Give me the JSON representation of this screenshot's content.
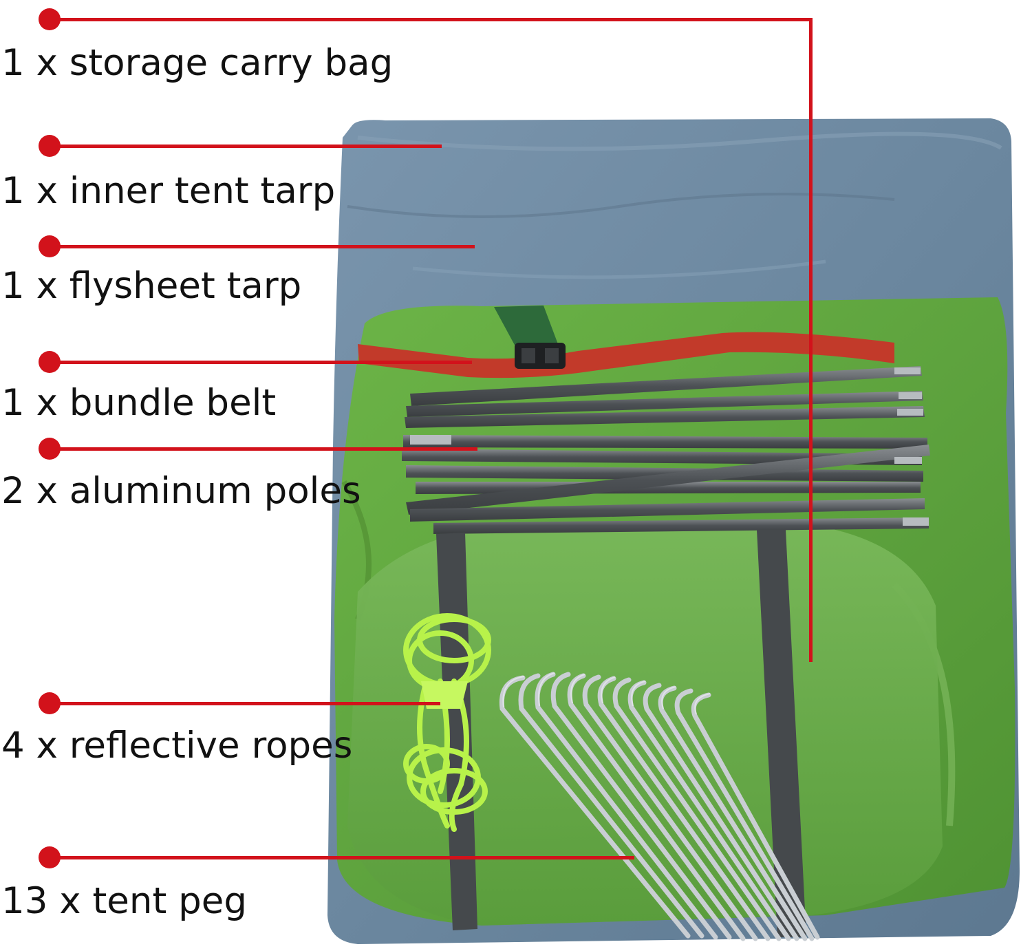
{
  "colors": {
    "annotation_red": "#d2121b",
    "outer_bag_blue": "#6f8ba5",
    "inner_bag_green": "#5ea33e",
    "strap_red": "#c23a2a",
    "pole_gray": "#5a5e62",
    "rope_green": "#b8f24a",
    "peg_silver": "#c9ced3",
    "handle_gray": "#45494c"
  },
  "labels": [
    {
      "id": "storage-carry-bag",
      "text": "1 x storage carry bag"
    },
    {
      "id": "inner-tent-tarp",
      "text": "1 x inner tent tarp"
    },
    {
      "id": "flysheet-tarp",
      "text": "1 x flysheet tarp"
    },
    {
      "id": "bundle-belt",
      "text": "1 x bundle belt"
    },
    {
      "id": "aluminum-poles",
      "text": "2 x aluminum poles"
    },
    {
      "id": "reflective-ropes",
      "text": "4 x reflective ropes"
    },
    {
      "id": "tent-peg",
      "text": "13 x tent peg"
    }
  ]
}
